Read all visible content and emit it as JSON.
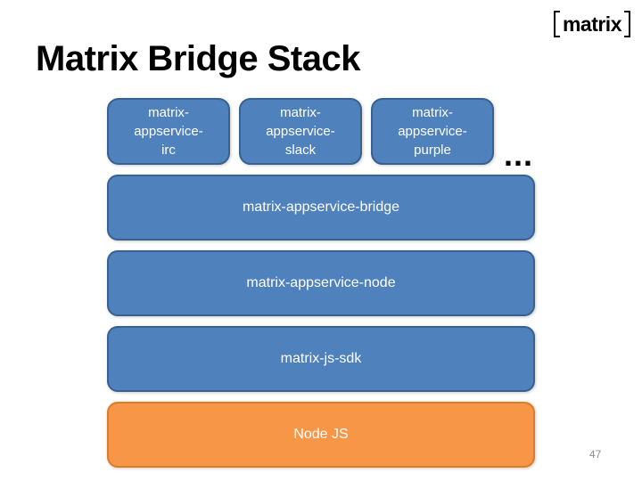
{
  "theme": {
    "blue-fill": "#4F81BD",
    "blue-border": "#38618F",
    "orange-fill": "#F79646",
    "orange-border": "#DD7B29",
    "box-text": "#FFFFFF",
    "title-color": "#000000",
    "page-number-color": "#8C8C8C"
  },
  "slide": {
    "title": "Matrix Bridge Stack",
    "logo_text": "matrix",
    "ellipsis": "...",
    "page_number": "47"
  },
  "diagram": {
    "top_boxes": [
      {
        "label": "matrix-\nappservice-\nirc"
      },
      {
        "label": "matrix-\nappservice-\nslack"
      },
      {
        "label": "matrix-\nappservice-\npurple"
      }
    ],
    "layers": [
      {
        "label": "matrix-appservice-bridge",
        "color": "blue"
      },
      {
        "label": "matrix-appservice-node",
        "color": "blue"
      },
      {
        "label": "matrix-js-sdk",
        "color": "blue"
      },
      {
        "label": "Node JS",
        "color": "orange"
      }
    ]
  }
}
